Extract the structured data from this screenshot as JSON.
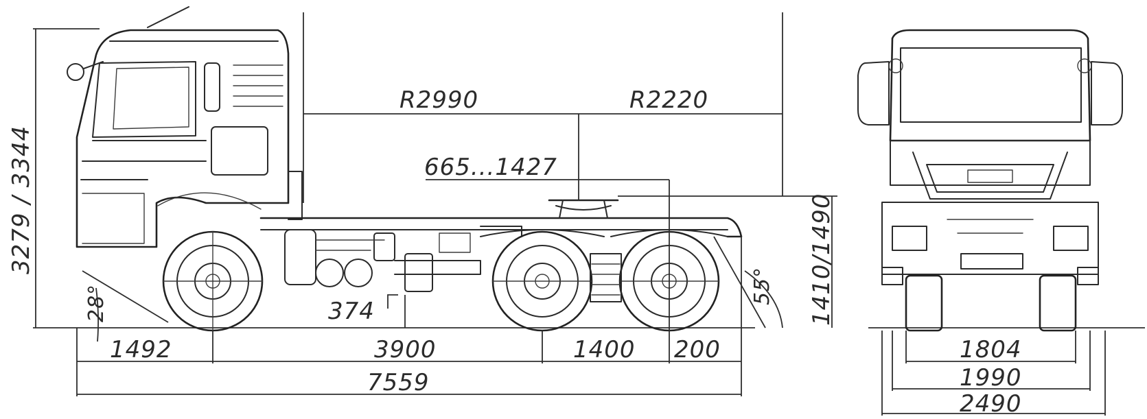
{
  "dimensions": {
    "height_range": "3279 / 3344",
    "turning_radius_front": "R2990",
    "turning_radius_rear": "R2220",
    "fifth_wheel_offset": "665...1427",
    "fifth_wheel_height": "1410/1490",
    "overhang_front": "1492",
    "wheelbase": "3900",
    "tandem_spacing": "1400",
    "overhang_rear": "200",
    "overall_length": "7559",
    "approach_angle": "28°",
    "departure_angle": "55°",
    "ground_clearance": "374",
    "track_rear": "1804",
    "track_front": "1990",
    "overall_width": "2490"
  }
}
